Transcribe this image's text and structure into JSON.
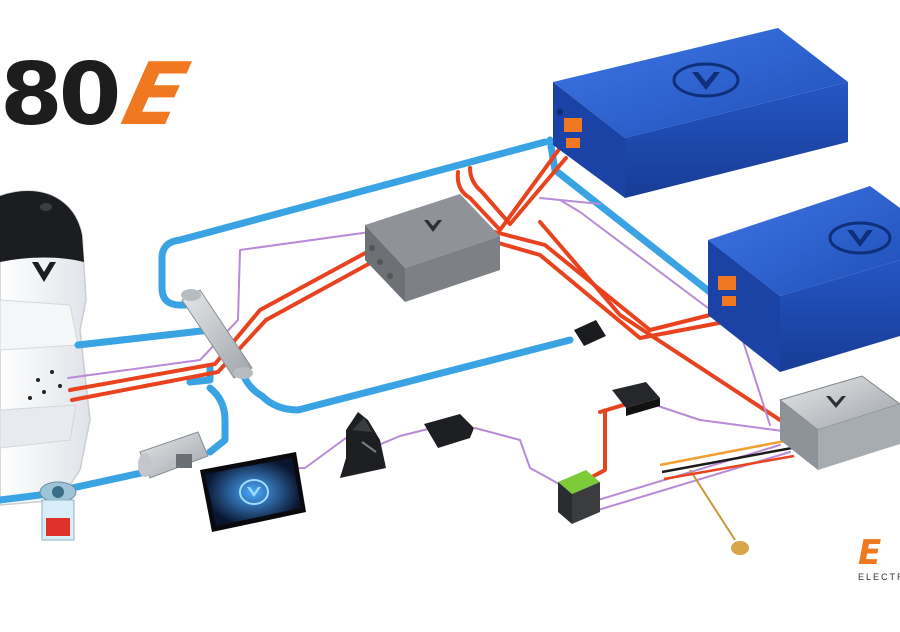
{
  "title": {
    "number": "80",
    "letter": "E"
  },
  "brand": {
    "mark": "E",
    "subtitle": "ELECTR"
  },
  "colors": {
    "accent": "#f07820",
    "coolant": "#3aa3e3",
    "power": "#e8421e",
    "signal": "#b88ad8",
    "battery": "#2a5fcf",
    "housing": "#8f9398",
    "engine": "#eceff2"
  }
}
